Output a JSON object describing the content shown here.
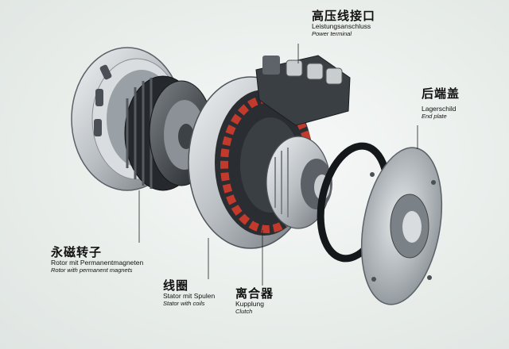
{
  "labels": {
    "power_terminal": {
      "zh": "高压线接口",
      "de": "Leistungsanschluss",
      "en": "Power terminal"
    },
    "end_plate": {
      "zh": "后端盖",
      "de": "Lagerschild",
      "en": "End plate"
    },
    "rotor": {
      "zh": "永磁转子",
      "de": "Rotor mit Permanentmagneten",
      "en": "Rotor with permanent magnets"
    },
    "stator": {
      "zh": "线圈",
      "de": "Stator mit Spulen",
      "en": "Stator with coils"
    },
    "clutch": {
      "zh": "离合器",
      "de": "Kupplung",
      "en": "Clutch"
    }
  },
  "colors": {
    "metal_light": "#cfd4d6",
    "metal_dark": "#3a3f44",
    "coil_red": "#c23a2c",
    "background": "#e9eeeb"
  }
}
